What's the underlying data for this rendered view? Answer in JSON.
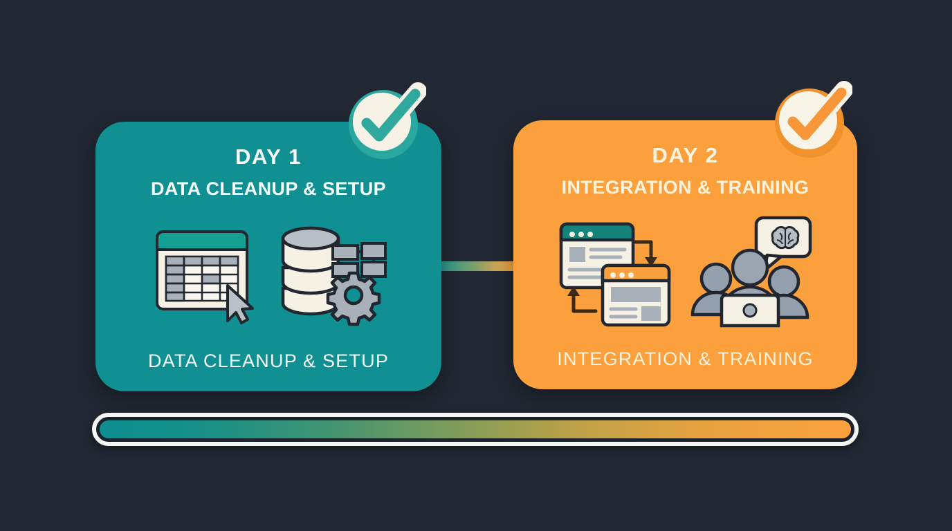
{
  "page": {
    "background_color": "#212833",
    "title": "Two Day Rollout Timeline"
  },
  "theme": {
    "teal": "#109092",
    "orange": "#fba03c",
    "cream": "#f5f1e4",
    "outline": "#22272f",
    "gray_fill": "#a8b0ba",
    "white": "#f6f6f4"
  },
  "cards": [
    {
      "day_label": "DAY 1",
      "subtitle": "DATA CLEANUP & SETUP",
      "caption": "DATA CLEANUP & SETUP",
      "accent_color": "#109092",
      "badge": {
        "name": "check-badge",
        "state": "complete",
        "color": "#2aa79f"
      },
      "icons": [
        {
          "name": "spreadsheet-cursor-icon",
          "label": "Spreadsheet with cursor"
        },
        {
          "name": "database-gear-icon",
          "label": "Database stack with gear and schema boxes"
        }
      ]
    },
    {
      "day_label": "DAY 2",
      "subtitle": "INTEGRATION & TRAINING",
      "caption": "INTEGRATION & TRAINING",
      "accent_color": "#fba03c",
      "badge": {
        "name": "check-badge",
        "state": "complete",
        "color": "#f6962f"
      },
      "icons": [
        {
          "name": "window-sync-icon",
          "label": "Two browser windows with sync arrows"
        },
        {
          "name": "team-training-icon",
          "label": "Team with laptop and brain thought bubble"
        }
      ]
    }
  ],
  "connector": {
    "name": "card-connector",
    "from_color": "#109092",
    "to_color": "#fba03c"
  },
  "progress": {
    "name": "timeline-progress-bar",
    "percent": 100,
    "from_color": "#0d8e90",
    "to_color": "#fba13d",
    "border_color": "#f6f6f4"
  }
}
